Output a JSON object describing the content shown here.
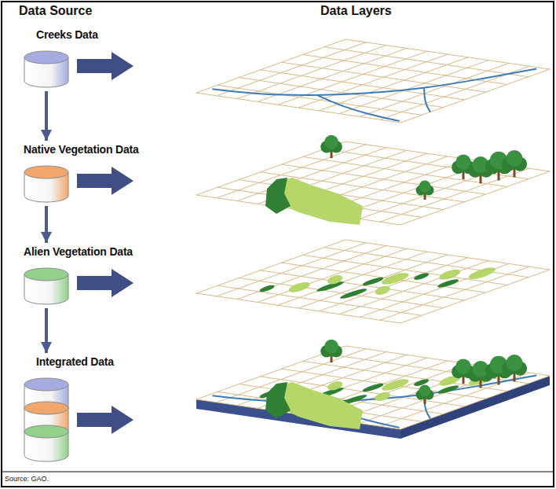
{
  "diagram": {
    "nodes": [
      {
        "text": [
          "Creeks Data"
        ]
      },
      {
        "text": [
          "Native Vegetation Data"
        ]
      },
      {
        "text": [
          "Alien Vegetation Data"
        ]
      },
      {
        "text": [
          "Integrated Data"
        ]
      }
    ],
    "edges": [
      {
        "from": 0,
        "to": 1,
        "arrow": "to"
      },
      {
        "from": 1,
        "to": 2,
        "arrow": "to"
      },
      {
        "from": 2,
        "to": 3,
        "arrow": "to"
      }
    ],
    "labels": [
      "Data Source",
      "Data Layers",
      "Source: GAO."
    ]
  }
}
